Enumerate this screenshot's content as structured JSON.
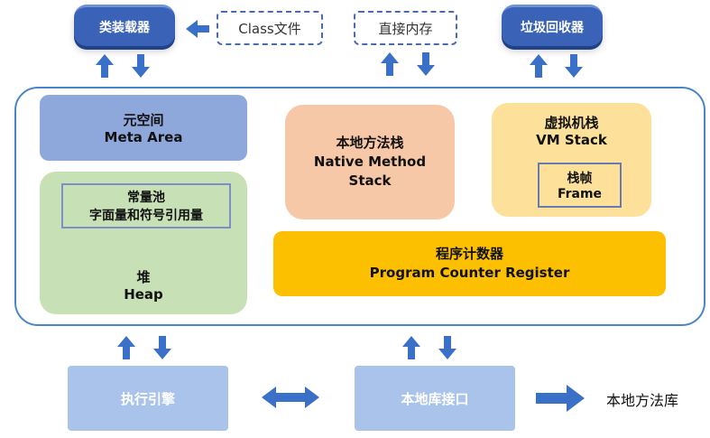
{
  "top": {
    "class_loader": "类装载器",
    "class_file": "Class文件",
    "direct_memory": "直接内存",
    "gc": "垃圾回收器"
  },
  "meta": {
    "cn": "元空间",
    "en": "Meta Area"
  },
  "heap": {
    "const_pool_cn": "常量池",
    "const_pool_sub": "字面量和符号引用量",
    "cn": "堆",
    "en": "Heap"
  },
  "native_stack": {
    "cn": "本地方法栈",
    "en1": "Native Method",
    "en2": "Stack"
  },
  "vm_stack": {
    "cn": "虚拟机栈",
    "en": "VM Stack",
    "frame_cn": "栈帧",
    "frame_en": "Frame"
  },
  "pc": {
    "cn": "程序计数器",
    "en": "Program Counter Register"
  },
  "bottom": {
    "engine": "执行引擎",
    "native_interface": "本地库接口",
    "native_lib": "本地方法库"
  },
  "colors": {
    "arrow": "#3a70c8",
    "pill": "#3a63b7",
    "frame_border": "#4a86c7",
    "meta": "#8fa8dc",
    "heap": "#c7e0b5",
    "native": "#f7c8a8",
    "vm": "#fde19a",
    "pc": "#fcc000",
    "bottom_box": "#a9c3ea"
  }
}
